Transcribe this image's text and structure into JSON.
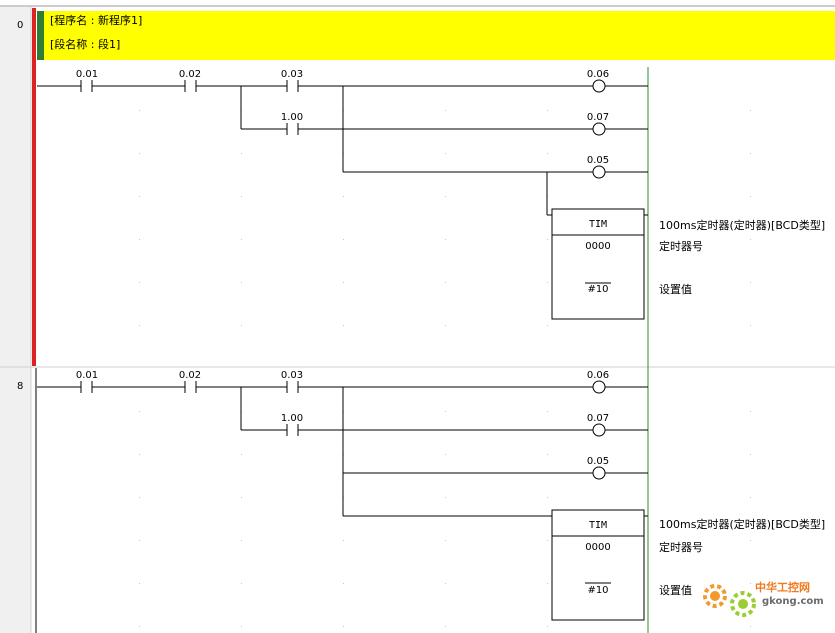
{
  "program": {
    "name_line": "[程序名 : 新程序1]",
    "section_line": "[段名称 : 段1]"
  },
  "rungs": [
    {
      "step": "0",
      "contacts": {
        "c1": "0.01",
        "c2": "0.02",
        "c3": "0.03",
        "c4": "1.00"
      },
      "coils": {
        "q1": "0.06",
        "q2": "0.07",
        "q3": "0.05"
      },
      "timer": {
        "instr": "TIM",
        "number": "0000",
        "setpoint": "#10",
        "desc": "100ms定时器(定时器)[BCD类型]",
        "number_label": "定时器号",
        "setpoint_label": "设置值"
      }
    },
    {
      "step": "8",
      "contacts": {
        "c1": "0.01",
        "c2": "0.02",
        "c3": "0.03",
        "c4": "1.00"
      },
      "coils": {
        "q1": "0.06",
        "q2": "0.07",
        "q3": "0.05"
      },
      "timer": {
        "instr": "TIM",
        "number": "0000",
        "setpoint": "#10",
        "desc": "100ms定时器(定时器)[BCD类型]",
        "number_label": "定时器号",
        "setpoint_label": "设置值"
      }
    }
  ],
  "watermark": {
    "cn": "中华工控网",
    "en": "gkong.com"
  },
  "colors": {
    "header_bg": "#ffff00",
    "active_rail": "#dd2222",
    "section_marker": "#2e7d32",
    "right_rail": "#2e8b2e",
    "left_gutter": "#f0f0f0"
  }
}
